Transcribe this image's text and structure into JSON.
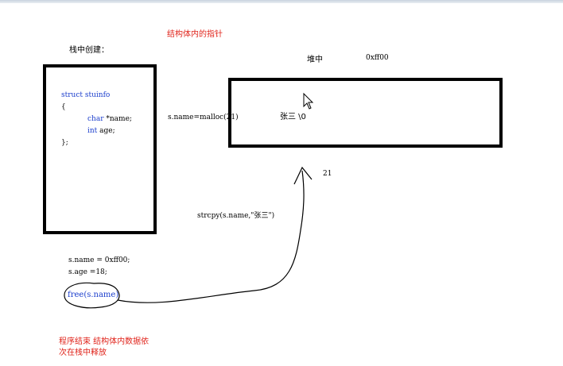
{
  "labels": {
    "title_red": "结构体内的指针",
    "stack_create": "栈中创建：",
    "heap": "堆中",
    "address": "0xff00",
    "malloc_call": "s.name=malloc(21)",
    "heap_value": "张三 \\0",
    "size_label": "21",
    "strcpy_call": "strcpy(s.name,\"张三\")",
    "bottom_note_line1": "程序结束 结构体内数据依",
    "bottom_note_line2": "次在栈中释放"
  },
  "struct_code": {
    "line1_keyword": "struct",
    "line1_name": "stuinfo",
    "line2": "{",
    "line3_type": "char",
    "line3_rest": "*name;",
    "line4_type": "int",
    "line4_rest": "age;",
    "line5": "};"
  },
  "assignments": {
    "name_assign": "s.name = 0xff00;",
    "age_assign": "s.age  =18;",
    "free_call": "free(s.name)"
  },
  "colors": {
    "annotation_red": "#e0241b",
    "keyword_blue": "#1a3dcc",
    "box_border": "#000000"
  },
  "icons": [
    "mouse-cursor-icon",
    "arrow-up-icon"
  ]
}
